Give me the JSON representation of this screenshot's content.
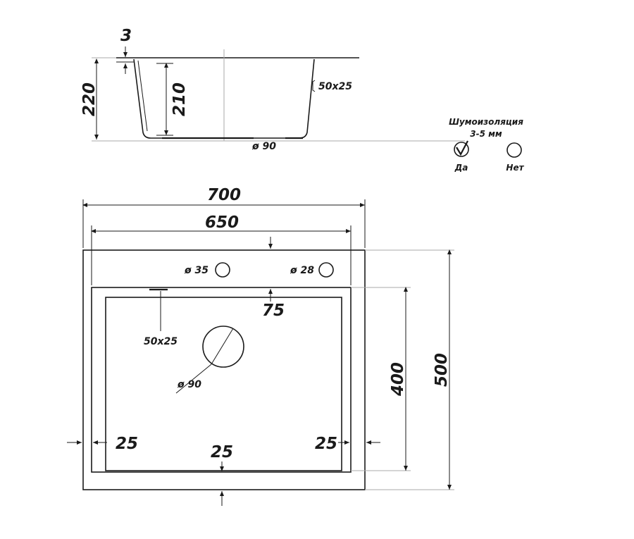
{
  "side_view": {
    "flange_thickness": "3",
    "total_height": "220",
    "bowl_depth": "210",
    "overflow_size": "50x25",
    "drain_diameter": "ø 90"
  },
  "insulation": {
    "title": "Шумоизоляция",
    "range": "3-5 мм",
    "options": [
      {
        "label": "Да",
        "checked": true
      },
      {
        "label": "Нет",
        "checked": false
      }
    ]
  },
  "top_view": {
    "outer_width": "700",
    "inner_width": "650",
    "outer_depth": "500",
    "bowl_depth": "400",
    "hole1_diameter": "ø 35",
    "hole2_diameter": "ø 28",
    "back_ledge": "75",
    "overflow_size": "50x25",
    "drain_diameter": "ø 90",
    "left_offset": "25",
    "right_offset": "25",
    "front_offset": "25"
  }
}
